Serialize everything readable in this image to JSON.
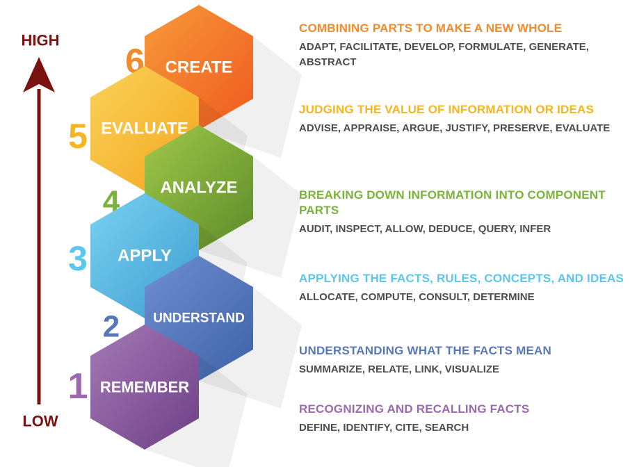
{
  "axis": {
    "high_label": "HIGH",
    "low_label": "LOW",
    "arrow_color": "#7a1212"
  },
  "levels": [
    {
      "number": "1",
      "label": "REMEMBER",
      "heading": "RECOGNIZING AND RECALLING FACTS",
      "verbs": "DEFINE, IDENTIFY, CITE, SEARCH",
      "color_light": "#a57ab6",
      "color_dark": "#6d3f86",
      "text_color": "#9b6aac"
    },
    {
      "number": "2",
      "label": "UNDERSTAND",
      "heading": "UNDERSTANDING WHAT THE FACTS MEAN",
      "verbs": "SUMMARIZE, RELATE, LINK, VISUALIZE",
      "color_light": "#6f8ed0",
      "color_dark": "#3f62a8",
      "text_color": "#5877b9"
    },
    {
      "number": "3",
      "label": "APPLY",
      "heading": "APPLYING THE FACTS, RULES, CONCEPTS, AND IDEAS",
      "verbs": "ALLOCATE, COMPUTE, CONSULT, DETERMINE",
      "color_light": "#79d2f1",
      "color_dark": "#3f9cd0",
      "text_color": "#5cc6ec"
    },
    {
      "number": "4",
      "label": "ANALYZE",
      "heading": "BREAKING DOWN INFORMATION INTO COMPONENT PARTS",
      "verbs": "AUDIT, INSPECT, ALLOW, DEDUCE, QUERY, INFER",
      "color_light": "#9fc84a",
      "color_dark": "#5e8b2a",
      "text_color": "#7ab33a"
    },
    {
      "number": "5",
      "label": "EVALUATE",
      "heading": "JUDGING THE VALUE OF INFORMATION OR IDEAS",
      "verbs": "ADVISE, APPRAISE, ARGUE, JUSTIFY, PRESERVE, EVALUATE",
      "color_light": "#fad35a",
      "color_dark": "#f3a51e",
      "text_color": "#f5b51e"
    },
    {
      "number": "6",
      "label": "CREATE",
      "heading": "COMBINING PARTS TO MAKE A NEW WHOLE",
      "verbs": "ADAPT, FACILITATE, DEVELOP, FORMULATE, GENERATE, ABSTRACT",
      "color_light": "#f79a3a",
      "color_dark": "#ef5a1f",
      "text_color": "#f08a2b"
    }
  ]
}
